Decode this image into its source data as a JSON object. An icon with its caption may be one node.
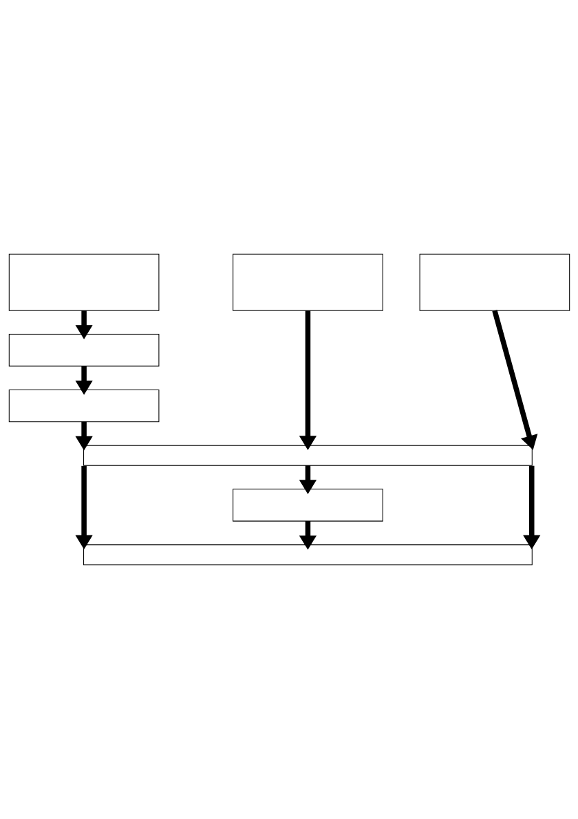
{
  "diagram": {
    "nodes": [
      {
        "text": [],
        "shape": "box"
      },
      {
        "text": [],
        "shape": "box"
      },
      {
        "text": [],
        "shape": "box"
      },
      {
        "text": [],
        "shape": "box"
      },
      {
        "text": [],
        "shape": "box"
      },
      {
        "text": [],
        "shape": "box"
      },
      {
        "text": [],
        "shape": "box"
      },
      {
        "text": [],
        "shape": "box"
      }
    ],
    "edges": [
      {
        "from": 0,
        "to": 3,
        "arrow": "to"
      },
      {
        "from": 3,
        "to": 4,
        "arrow": "to"
      },
      {
        "from": 4,
        "to": 5,
        "arrow": "to"
      },
      {
        "from": 1,
        "to": 5,
        "arrow": "to"
      },
      {
        "from": 2,
        "to": 5,
        "arrow": "to"
      },
      {
        "from": 5,
        "to": 7,
        "arrow": "to"
      },
      {
        "from": 5,
        "to": 6,
        "arrow": "to"
      },
      {
        "from": 6,
        "to": 7,
        "arrow": "to"
      },
      {
        "from": 5,
        "to": 7,
        "arrow": "to"
      }
    ]
  }
}
